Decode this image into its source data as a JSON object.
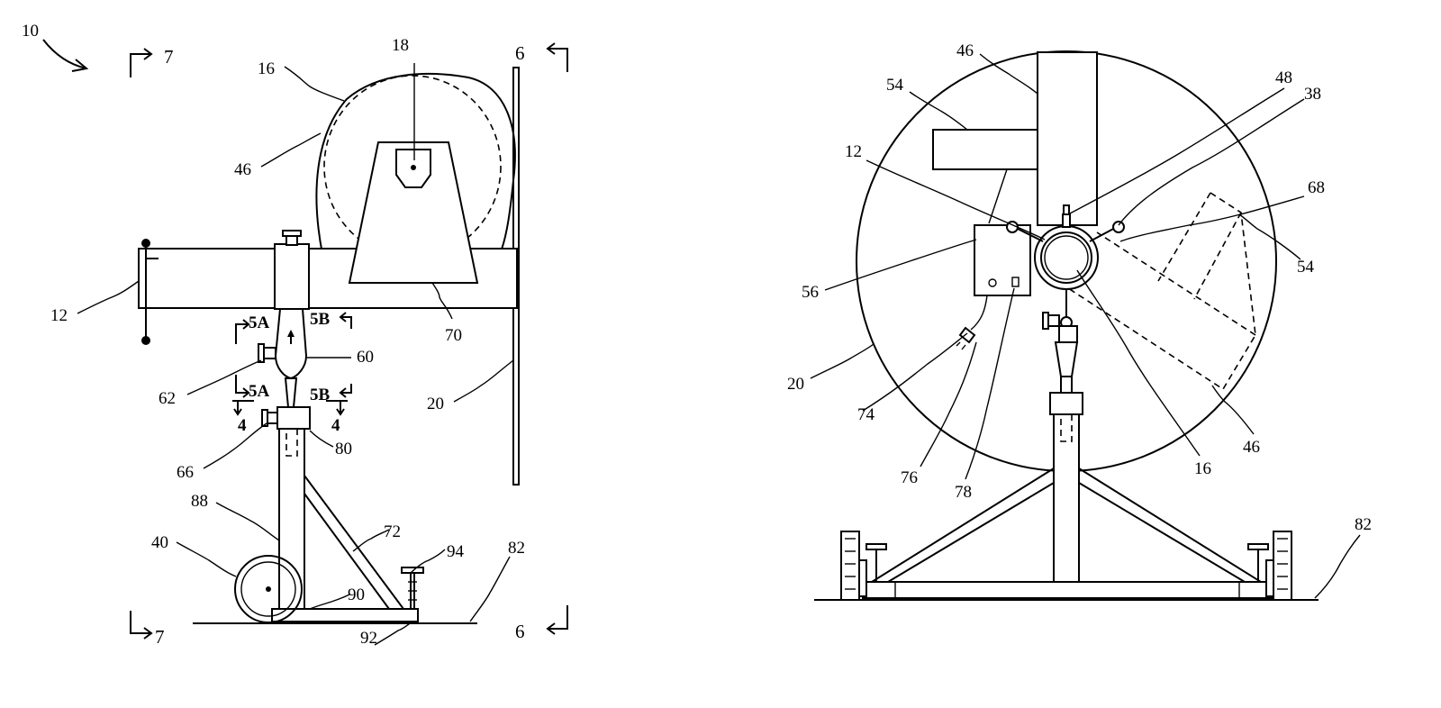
{
  "figure": {
    "left_view": {
      "reference_labels": [
        "10",
        "16",
        "18",
        "46",
        "12",
        "70",
        "20",
        "60",
        "62",
        "66",
        "80",
        "88",
        "72",
        "94",
        "82",
        "40",
        "90",
        "92"
      ],
      "section_marks": [
        "7",
        "7",
        "6",
        "6"
      ],
      "cut_marks": [
        "5A",
        "5B",
        "5A",
        "5B",
        "4",
        "4"
      ]
    },
    "right_view": {
      "reference_labels": [
        "46",
        "54",
        "48",
        "38",
        "12",
        "68",
        "54",
        "56",
        "20",
        "74",
        "76",
        "78",
        "16",
        "46",
        "82"
      ]
    }
  }
}
